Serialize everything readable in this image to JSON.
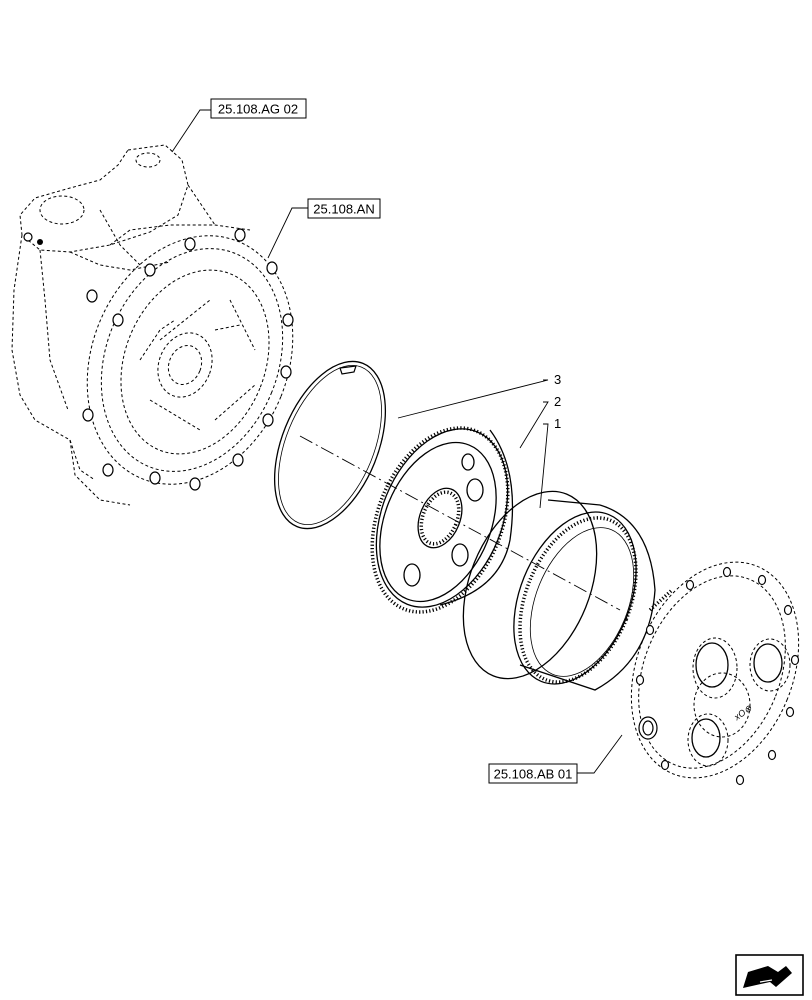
{
  "references": {
    "upper_housing": "25.108.AG 02",
    "flange": "25.108.AN",
    "cover": "25.108.AB 01"
  },
  "callouts": {
    "snap_ring": "3",
    "planet_carrier": "2",
    "ring_gear": "1"
  },
  "cover_marking": "xO⊗"
}
